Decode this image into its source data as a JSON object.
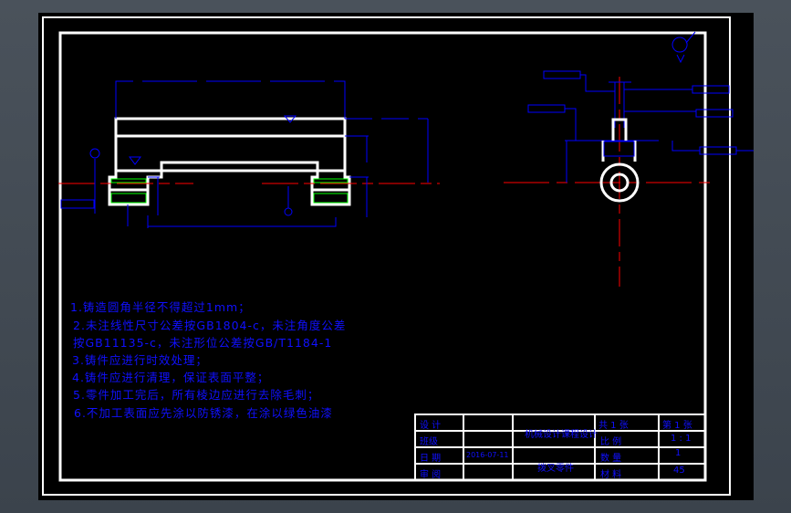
{
  "colors": {
    "outline": "#ffffff",
    "dimension": "#0000ff",
    "centerline": "#ff0000",
    "hatch": "#00ff00",
    "background": "#000000",
    "window": "#444c55"
  },
  "notes": [
    "1.铸造圆角半径不得超过1mm；",
    "2.未注线性尺寸公差按GB1804-c，未注角度公差",
    "按GB11135-c，未注形位公差按GB/T1184-1",
    "3.铸件应进行时效处理；",
    "4.铸件应进行清理，保证表面平整；",
    "5.零件加工完后，所有棱边应进行去除毛刺；",
    "6.不加工表面应先涂以防锈漆，在涂以绿色油漆"
  ],
  "title_block": {
    "design_label": "设 计",
    "class_label": "班级",
    "date_label": "日 期",
    "date_value": "2016-07-11",
    "review_label": "审 阅",
    "course": "机械设计课程设计",
    "part_name": "拨叉零件",
    "sheets_total": "共 1 张",
    "sheet_no": "第 1 张",
    "scale_label": "比 例",
    "scale_value": "1 : 1",
    "qty_label": "数 量",
    "qty_value": "1",
    "material_label": "材 料",
    "material_value": "45"
  }
}
